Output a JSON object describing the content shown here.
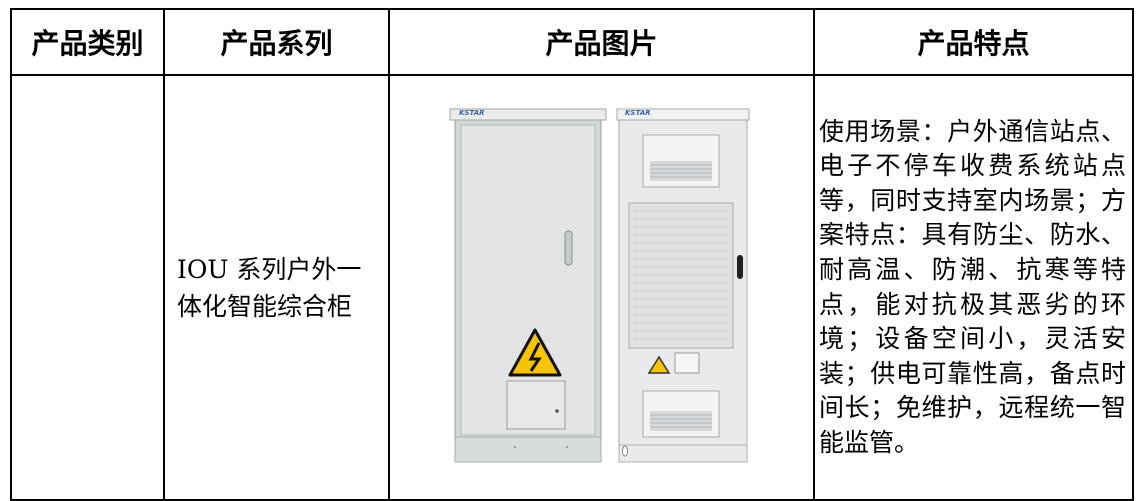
{
  "table": {
    "headers": [
      "产品类别",
      "产品系列",
      "产品图片",
      "产品特点"
    ],
    "rows": [
      {
        "category": "",
        "series": "IOU 系列户外一体化智能综合柜",
        "image": {
          "brand_left": "KSTAR",
          "brand_right": "KSTAR",
          "icons": [
            "outdoor-cabinet-front-icon",
            "outdoor-cabinet-ventilated-icon",
            "high-voltage-warning-icon"
          ]
        },
        "features": "使用场景：户外通信站点、电子不停车收费系统站点等，同时支持室内场景；方案特点：具有防尘、防水、耐高温、防潮、抗寒等特点，能对抗极其恶劣的环境；设备空间小，灵活安装；供电可靠性高，备点时间长；免维护，远程统一智能监管。"
      }
    ]
  },
  "colors": {
    "border": "#000000",
    "cabinet_body": "#dfe1e2",
    "warning_yellow": "#f7c400",
    "brand_blue": "#3b63a8"
  }
}
